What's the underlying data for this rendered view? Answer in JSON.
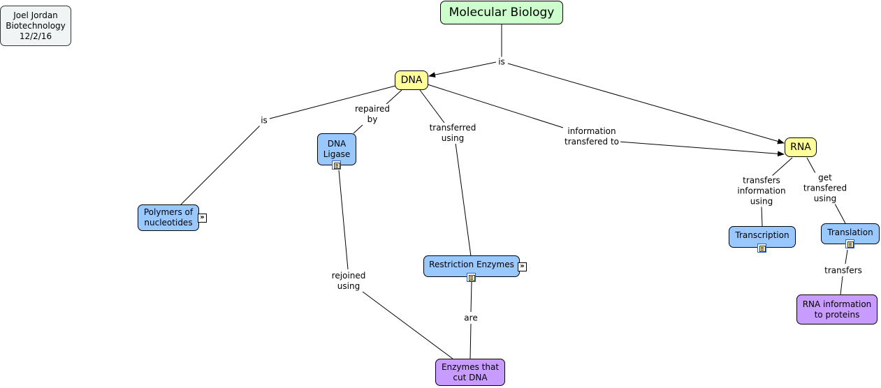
{
  "author_box": {
    "text": "Joel Jordan\nBiotechnology\n12/2/16"
  },
  "nodes": {
    "molecular_biology": "Molecular Biology",
    "dna": "DNA",
    "rna": "RNA",
    "dna_ligase": "DNA\nLigase",
    "polymers": "Polymers of\nnucleotides",
    "restriction_enzymes": "Restriction Enzymes",
    "enzymes_cut_dna": "Enzymes that\ncut DNA",
    "transcription": "Transcription",
    "translation": "Translation",
    "rna_to_proteins": "RNA information\nto proteins"
  },
  "links": {
    "is_top": "is",
    "is_left": "is",
    "repaired_by": "repaired\nby",
    "transferred_using": "transferred\nusing",
    "information_transfered_to": "information\ntransfered to",
    "transfers_information_using": "transfers\ninformation\nusing",
    "get_transfered_using": "get\ntransfered\nusing",
    "rejoined_using": "rejoined\nusing",
    "are": "are",
    "transfers": "transfers"
  },
  "icons": {
    "resource_doc": "document-icon",
    "expand_concepts": "double-chevron-icon"
  },
  "colors": {
    "root": "#ccffcc",
    "main_concept": "#ffff99",
    "sub_concept": "#99c8ff",
    "leaf_concept": "#c89cff",
    "author_box": "#f0f4f4"
  }
}
